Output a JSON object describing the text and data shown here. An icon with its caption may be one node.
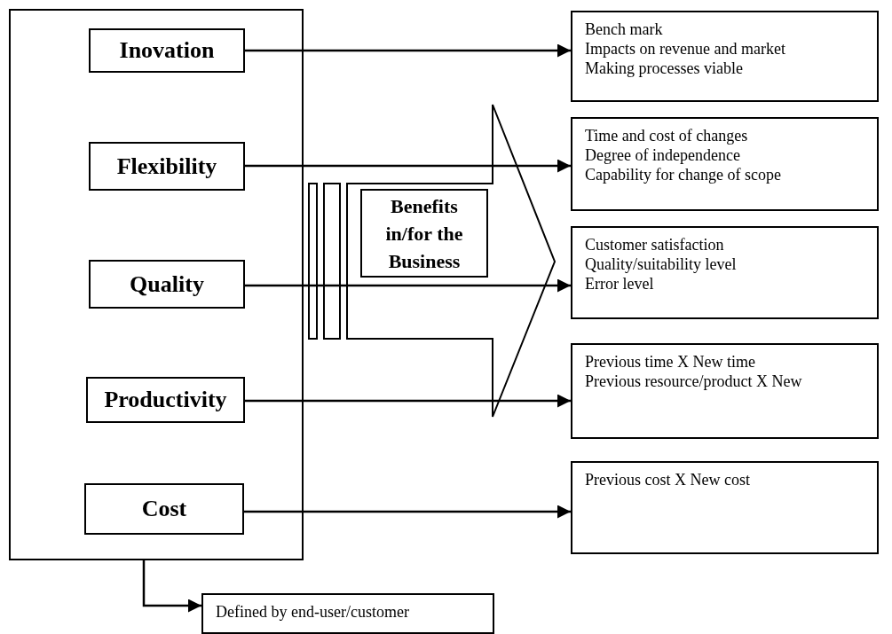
{
  "diagram": {
    "nodes": [
      {
        "text": [],
        "shape": "box"
      },
      {
        "text": [
          "Inovation"
        ],
        "in": 0
      },
      {
        "text": [
          "Flexibility"
        ],
        "in": 0
      },
      {
        "text": [
          "Quality"
        ],
        "in": 0
      },
      {
        "text": [
          "Productivity"
        ],
        "in": 0
      },
      {
        "text": [
          "Cost"
        ],
        "in": 0
      },
      {
        "text": [
          "Benefits in/for the Business"
        ]
      },
      {
        "text": [
          "Bench mark",
          "Impacts on revenue and market",
          "Making processes viable"
        ]
      },
      {
        "text": [
          "Time and cost of changes",
          "Degree of independence",
          "Capability for change of scope"
        ]
      },
      {
        "text": [
          "Customer satisfaction",
          "Quality/suitability level",
          "Error level"
        ]
      },
      {
        "text": [
          "Previous time X New time",
          "Previous resource/product X New"
        ]
      },
      {
        "text": [
          "Previous cost X New cost"
        ]
      },
      {
        "text": [
          "Defined by end-user/customer"
        ]
      }
    ],
    "edges": [
      {
        "from": 1,
        "to": 7,
        "arrow": "to"
      },
      {
        "from": 2,
        "to": 8,
        "arrow": "to"
      },
      {
        "from": 3,
        "to": 9,
        "arrow": "to"
      },
      {
        "from": 4,
        "to": 10,
        "arrow": "to"
      },
      {
        "from": 5,
        "to": 11,
        "arrow": "to"
      },
      {
        "from": 0,
        "to": 12,
        "arrow": "to"
      }
    ]
  }
}
